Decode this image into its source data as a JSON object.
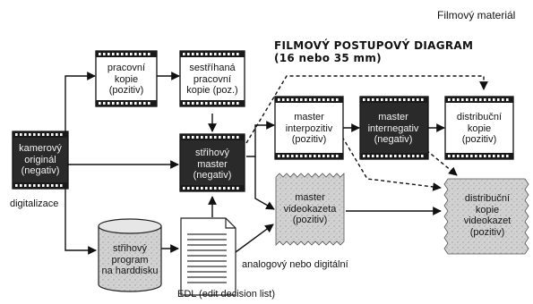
{
  "header": {
    "section_title": "Filmový materiál"
  },
  "diagram": {
    "title_line1": "FILMOVÝ POSTUPOVÝ DIAGRAM",
    "title_line2": "(16 nebo 35 mm)",
    "nodes": {
      "kamerovy_original": [
        "kamerový",
        "originál",
        "(negativ)"
      ],
      "pracovni_kopie": [
        "pracovní",
        "kopie",
        "(pozitiv)"
      ],
      "sestrihana_kopie": [
        "sestříhaná",
        "pracovní",
        "kopie (poz.)"
      ],
      "strihovy_master": [
        "střihový",
        "master",
        "(negativ)"
      ],
      "master_interpozitiv": [
        "master",
        "interpozitiv",
        "(pozitiv)"
      ],
      "master_internegativ": [
        "master",
        "internegativ",
        "(negativ)"
      ],
      "distribucni_kopie": [
        "distribuční",
        "kopie",
        "(pozitiv)"
      ],
      "master_videokazeta": [
        "master",
        "videokazeta",
        "(pozitiv)"
      ],
      "distribucni_videokazet": [
        "distribuční",
        "kopie",
        "videokazet",
        "(pozitiv)"
      ],
      "strihovy_program": [
        "střihový",
        "program",
        "na harddisku"
      ]
    },
    "labels": {
      "digitalizace": "digitalizace",
      "analog": "analogový nebo digitální",
      "edl": "EDL (edit decision list)"
    }
  }
}
